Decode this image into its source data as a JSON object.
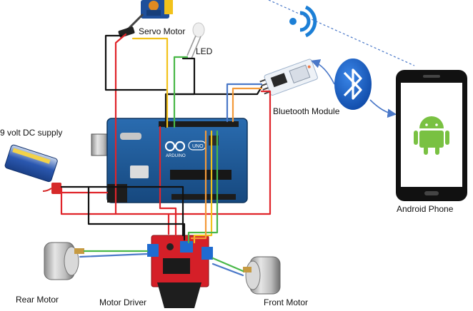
{
  "labels": {
    "servo_motor": "Servo Motor",
    "led": "LED",
    "bluetooth_module": "Bluetooth Module",
    "dc_supply": "9 volt DC supply",
    "android_phone": "Android Phone",
    "rear_motor": "Rear Motor",
    "motor_driver": "Motor Driver",
    "front_motor": "Front Motor"
  },
  "board": {
    "brand": "ARDUINO",
    "model": "UNO"
  },
  "colors": {
    "wire_red": "#e0242a",
    "wire_black": "#111111",
    "wire_yellow": "#f2c21b",
    "wire_green": "#49b848",
    "wire_blue": "#4a78c8",
    "wire_orange": "#f39a3a",
    "bluetooth_blue": "#1c62c8",
    "android_green": "#79c142",
    "board_blue": "#1f5b9a"
  }
}
